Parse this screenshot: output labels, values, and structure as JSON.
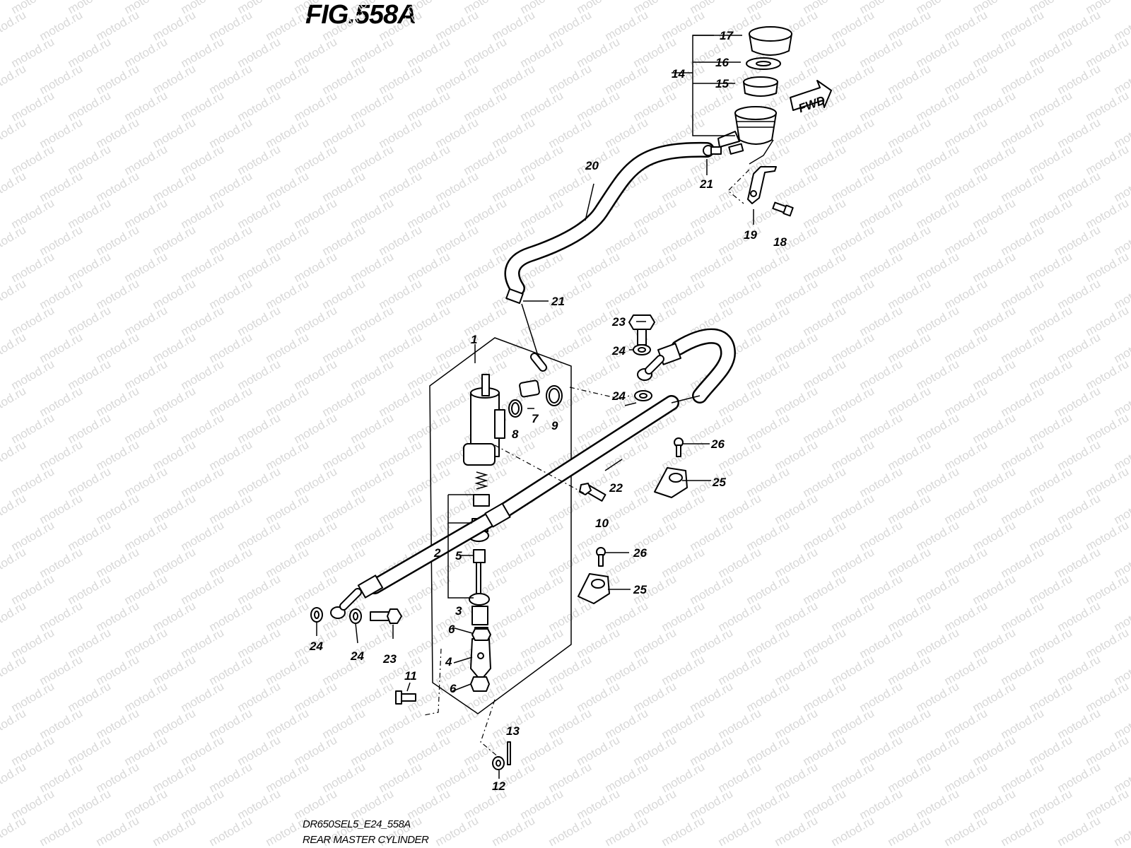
{
  "figure_title": "FIG.558A",
  "model_code": "DR650SEL5_E24_558A",
  "assembly_name": "REAR MASTER CYLINDER",
  "watermark_text": "motod.ru",
  "fwd_label": "FWD",
  "callouts": {
    "c1": "1",
    "c2": "2",
    "c3": "3",
    "c4": "4",
    "c5": "5",
    "c6a": "6",
    "c6b": "6",
    "c7": "7",
    "c8": "8",
    "c9": "9",
    "c10": "10",
    "c11": "11",
    "c12": "12",
    "c13": "13",
    "c14": "14",
    "c15": "15",
    "c16": "16",
    "c17": "17",
    "c18": "18",
    "c19": "19",
    "c20": "20",
    "c21a": "21",
    "c21b": "21",
    "c22": "22",
    "c23a": "23",
    "c23b": "23",
    "c24a": "24",
    "c24b": "24",
    "c24c": "24",
    "c24d": "24",
    "c25a": "25",
    "c25b": "25",
    "c26a": "26",
    "c26b": "26"
  }
}
